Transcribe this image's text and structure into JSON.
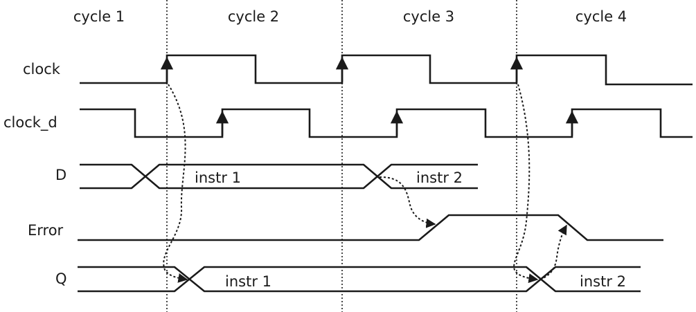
{
  "cycles": [
    "cycle 1",
    "cycle 2",
    "cycle 3",
    "cycle 4"
  ],
  "signals": {
    "clock": "clock",
    "clock_d": "clock_d",
    "d": "D",
    "error": "Error",
    "q": "Q"
  },
  "data_values": {
    "d_instr_1": "instr 1",
    "d_instr_2": "instr 2",
    "q_instr_1": "instr 1",
    "q_instr_2": "instr 2"
  },
  "colors": {
    "ink": "#1a1a1a",
    "background": "#ffffff"
  }
}
